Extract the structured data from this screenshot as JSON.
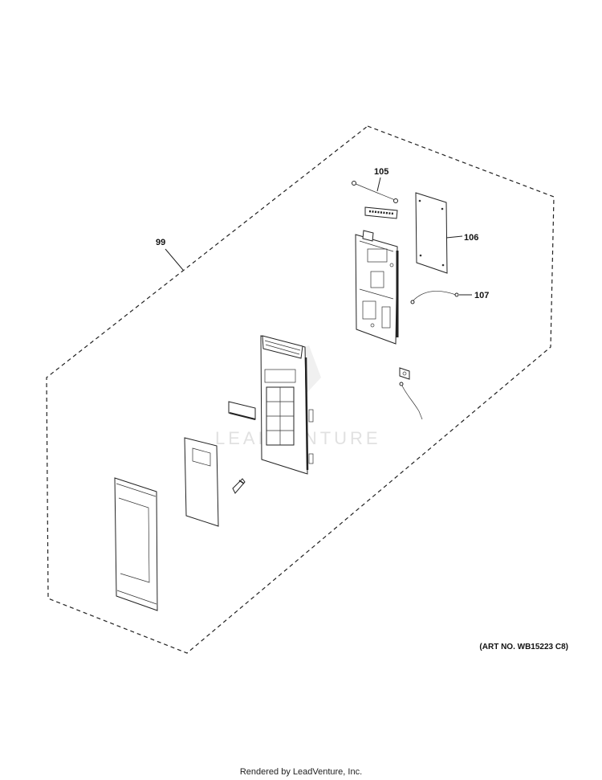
{
  "callouts": {
    "c99": "99",
    "c105": "105",
    "c106": "106",
    "c107": "107"
  },
  "art_number": "(ART NO. WB15223 C8)",
  "footer": "Rendered by LeadVenture, Inc.",
  "watermark": "LEADVENTURE"
}
